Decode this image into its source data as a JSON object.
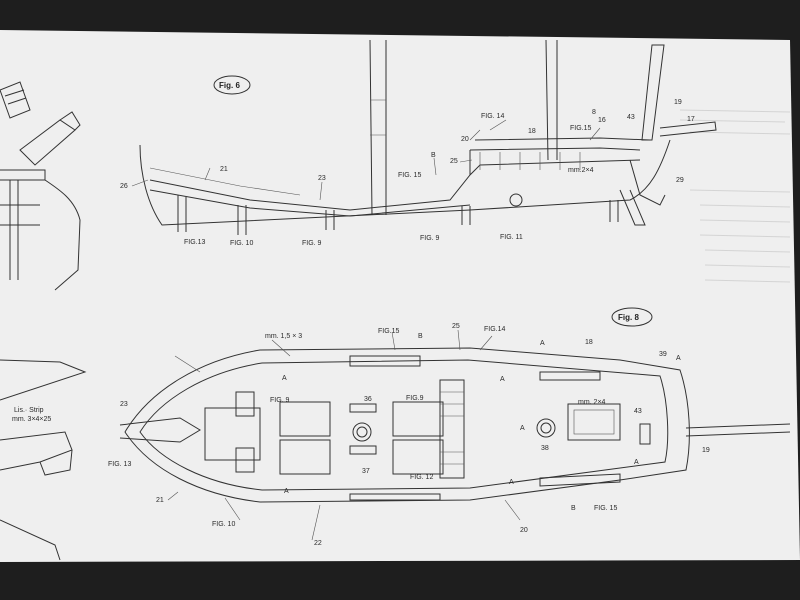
{
  "figure_titles": {
    "fig6": "Fig. 6",
    "fig8": "Fig. 8"
  },
  "side_view_labels": [
    {
      "key": "26",
      "text": "26"
    },
    {
      "key": "21",
      "text": "21"
    },
    {
      "key": "23",
      "text": "23"
    },
    {
      "key": "fig15",
      "text": "FIG. 15"
    },
    {
      "key": "B",
      "text": "B"
    },
    {
      "key": "25",
      "text": "25"
    },
    {
      "key": "20",
      "text": "20"
    },
    {
      "key": "fig14",
      "text": "FIG. 14"
    },
    {
      "key": "18",
      "text": "18"
    },
    {
      "key": "fig15b",
      "text": "FIG.15"
    },
    {
      "key": "8",
      "text": "8"
    },
    {
      "key": "16",
      "text": "16"
    },
    {
      "key": "43",
      "text": "43"
    },
    {
      "key": "19",
      "text": "19"
    },
    {
      "key": "17",
      "text": "17"
    },
    {
      "key": "mm",
      "text": "mm.2×4"
    },
    {
      "key": "29",
      "text": "29"
    },
    {
      "key": "fig13",
      "text": "FIG.13"
    },
    {
      "key": "fig10",
      "text": "FIG. 10"
    },
    {
      "key": "fig9",
      "text": "FIG. 9"
    },
    {
      "key": "fig9b",
      "text": "FIG. 9"
    },
    {
      "key": "fig11",
      "text": "FIG. 11"
    }
  ],
  "deck_view_labels": [
    {
      "key": "mm15x3",
      "text": "mm. 1,5 × 3"
    },
    {
      "key": "fig15",
      "text": "FIG.15"
    },
    {
      "key": "B",
      "text": "B"
    },
    {
      "key": "25",
      "text": "25"
    },
    {
      "key": "fig14",
      "text": "FIG.14"
    },
    {
      "key": "A1",
      "text": "A"
    },
    {
      "key": "18",
      "text": "18"
    },
    {
      "key": "39",
      "text": "39"
    },
    {
      "key": "A2",
      "text": "A"
    },
    {
      "key": "23",
      "text": "23"
    },
    {
      "key": "A3",
      "text": "A"
    },
    {
      "key": "fig9",
      "text": "FIG. 9"
    },
    {
      "key": "36",
      "text": "36"
    },
    {
      "key": "fig9b",
      "text": "FIG.9"
    },
    {
      "key": "A4",
      "text": "A"
    },
    {
      "key": "mm2x4",
      "text": "mm. 2×4"
    },
    {
      "key": "43",
      "text": "43"
    },
    {
      "key": "A5",
      "text": "A"
    },
    {
      "key": "38",
      "text": "38"
    },
    {
      "key": "19",
      "text": "19"
    },
    {
      "key": "fig13",
      "text": "FIG. 13"
    },
    {
      "key": "37",
      "text": "37"
    },
    {
      "key": "fig12",
      "text": "FIG. 12"
    },
    {
      "key": "A6",
      "text": "A"
    },
    {
      "key": "21",
      "text": "21"
    },
    {
      "key": "A7",
      "text": "A"
    },
    {
      "key": "A8",
      "text": "A"
    },
    {
      "key": "B2",
      "text": "B"
    },
    {
      "key": "fig15b",
      "text": "FIG. 15"
    },
    {
      "key": "fig10",
      "text": "FIG. 10"
    },
    {
      "key": "20",
      "text": "20"
    },
    {
      "key": "22",
      "text": "22"
    }
  ],
  "left_detail_labels": [
    {
      "key": "lis",
      "text": "Lis.· Strip"
    },
    {
      "key": "mm3x4x25",
      "text": "mm. 3×4×25"
    }
  ]
}
